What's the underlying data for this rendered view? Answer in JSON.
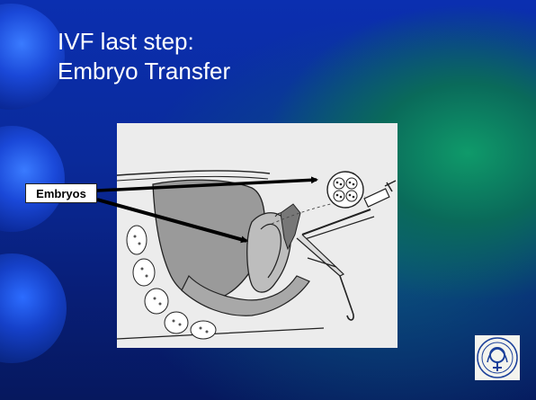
{
  "slide": {
    "title_line1": "IVF last step:",
    "title_line2": "Embryo Transfer",
    "callout_label": "Embryos"
  },
  "colors": {
    "background_top": "#0b2fb0",
    "background_glow": "#0f9a6a",
    "text": "#ffffff",
    "figure_bg": "#ececec",
    "arrow": "#000000"
  }
}
